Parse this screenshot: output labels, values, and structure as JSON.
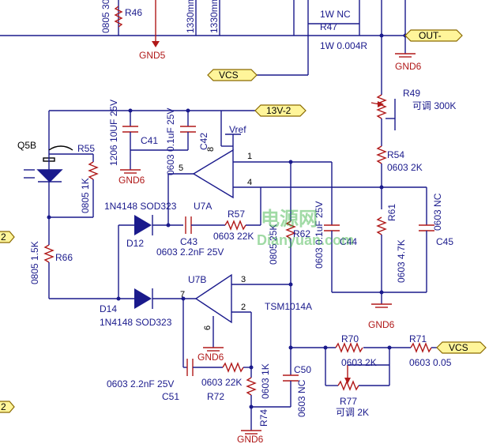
{
  "nets": {
    "out_minus": "OUT-",
    "vcs_top": "VCS",
    "v13": "13V-2",
    "vcs_right": "VCS",
    "vref": "Vref",
    "left_mid": "2",
    "left_bot": "2"
  },
  "grounds": {
    "gnd5": "GND5",
    "gnd6_top": "GND6",
    "gnd6_c41": "GND6",
    "gnd6_u7b": "GND6",
    "gnd6_r61": "GND6",
    "gnd6_bottom": "GND6"
  },
  "components": {
    "r46": {
      "ref": "R46",
      "value": "0805 30"
    },
    "r47": {
      "ref": "R47",
      "nc": "1W NC",
      "value": "1W 0.004R"
    },
    "top_a": "1330mm",
    "top_b": "1330mm",
    "r49": {
      "ref": "R49",
      "value": "可调 300K"
    },
    "r54": {
      "ref": "R54",
      "value": "0603 2K"
    },
    "c41": {
      "ref": "C41",
      "value": "1206 10UF 25V"
    },
    "c42": {
      "ref": "C42",
      "value": "0603 0.1uF 25V"
    },
    "q5b": {
      "ref": "Q5B"
    },
    "r55": {
      "ref": "R55",
      "value": "0805 1K"
    },
    "d12": {
      "ref": "D12",
      "value": "1N4148 SOD323"
    },
    "u7a": {
      "ref": "U7A"
    },
    "c43": {
      "ref": "C43",
      "value": "0603 2.2nF 25V"
    },
    "r57": {
      "ref": "R57",
      "value": "0603 22K"
    },
    "r62": {
      "ref": "R62",
      "value": "0805 25K"
    },
    "c44": {
      "ref": "C44",
      "value": "0603 0.1uF 25V"
    },
    "r61": {
      "ref": "R61",
      "value": "0603 4.7K"
    },
    "c45": {
      "ref": "C45",
      "value": "0603 NC"
    },
    "r66": {
      "ref": "R66",
      "value": "0805 1.5K"
    },
    "d14": {
      "ref": "D14",
      "value": "1N4148 SOD323"
    },
    "u7b": {
      "ref": "U7B",
      "part": "TSM1014A"
    },
    "c51": {
      "ref": "C51",
      "value": "0603 2.2nF 25V"
    },
    "r72": {
      "ref": "R72",
      "value": "0603 22K"
    },
    "r74": {
      "ref": "R74",
      "value": "0603 1K"
    },
    "c50": {
      "ref": "C50",
      "value": "0603 NC"
    },
    "r70": {
      "ref": "R70",
      "value": "0603 2K"
    },
    "r71": {
      "ref": "R71",
      "value": "0603 0.05"
    },
    "r77": {
      "ref": "R77",
      "value": "可调 2K"
    }
  },
  "pins": {
    "p5": "5",
    "p4": "4",
    "p1": "1",
    "p7": "7",
    "p3": "3",
    "p2": "2",
    "p6": "6",
    "p8": "8"
  },
  "watermark": {
    "cn": "电源网",
    "en": "Dianyuan.com"
  }
}
